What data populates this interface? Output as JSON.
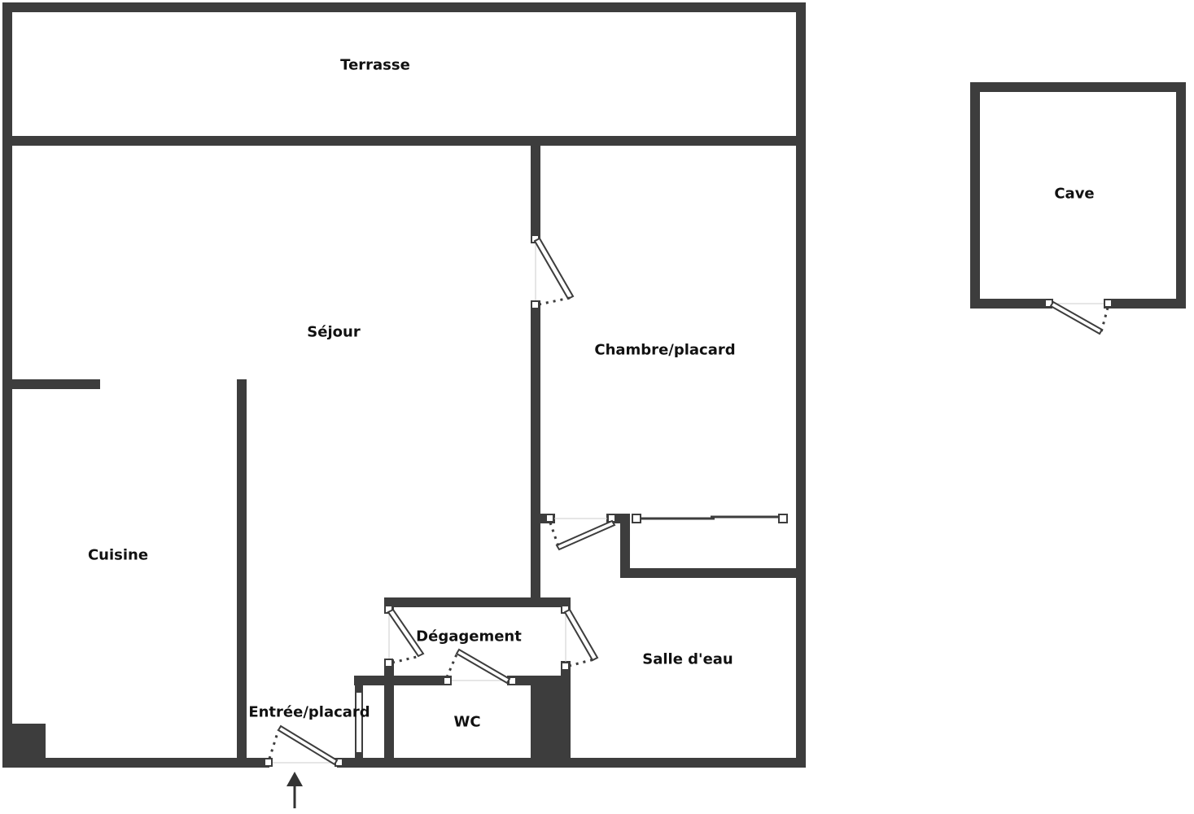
{
  "plan": {
    "wall_color": "#3d3d3d",
    "rooms": {
      "terrasse": "Terrasse",
      "cave": "Cave",
      "sejour": "Séjour",
      "chambre": "Chambre/placard",
      "cuisine": "Cuisine",
      "degagement": "Dégagement",
      "salle_eau": "Salle d'eau",
      "wc": "WC",
      "entree": "Entrée/placard"
    },
    "icons": {
      "entrance": "entrance-arrow-icon"
    }
  }
}
